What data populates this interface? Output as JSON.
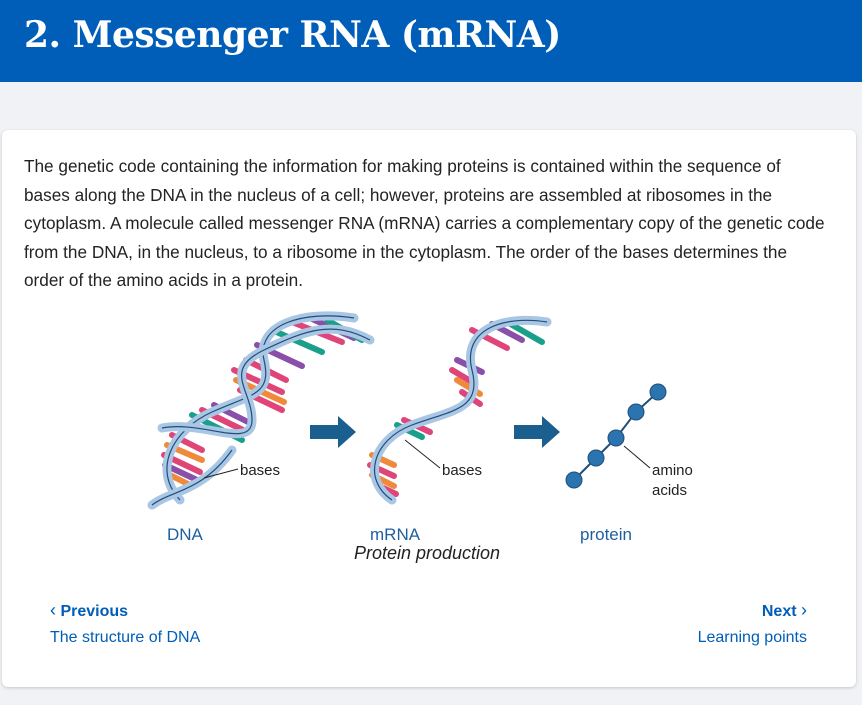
{
  "header": {
    "title": "2. Messenger RNA (mRNA)"
  },
  "content": {
    "paragraph": "The genetic code containing the information for making proteins is contained within the sequence of bases along the DNA in the nucleus of a cell; however, proteins are assembled at ribosomes in the cytoplasm. A molecule called messenger RNA (mRNA) carries a complementary copy of the genetic code from the DNA, in the nucleus, to a ribosome in the cytoplasm. The order of the bases determines the order of the amino acids in a protein."
  },
  "figure": {
    "dna_label": "DNA",
    "mrna_label": "mRNA",
    "protein_label": "protein",
    "bases_label_1": "bases",
    "bases_label_2": "bases",
    "amino_label_line1": "amino",
    "amino_label_line2": "acids",
    "caption": "Protein production",
    "colors": {
      "backbone": "#a9c6e4",
      "backbone_dark": "#1f4e79",
      "base_pink": "#e0457a",
      "base_orange": "#f08a3a",
      "base_purple": "#8a4fa8",
      "base_teal": "#1aa08a",
      "arrow": "#1b5f8f",
      "amino": "#2b74b0",
      "label_blue": "#1f5fa0"
    }
  },
  "navigation": {
    "previous": {
      "label": "Previous",
      "title": "The structure of DNA"
    },
    "next": {
      "label": "Next",
      "title": "Learning points"
    }
  }
}
